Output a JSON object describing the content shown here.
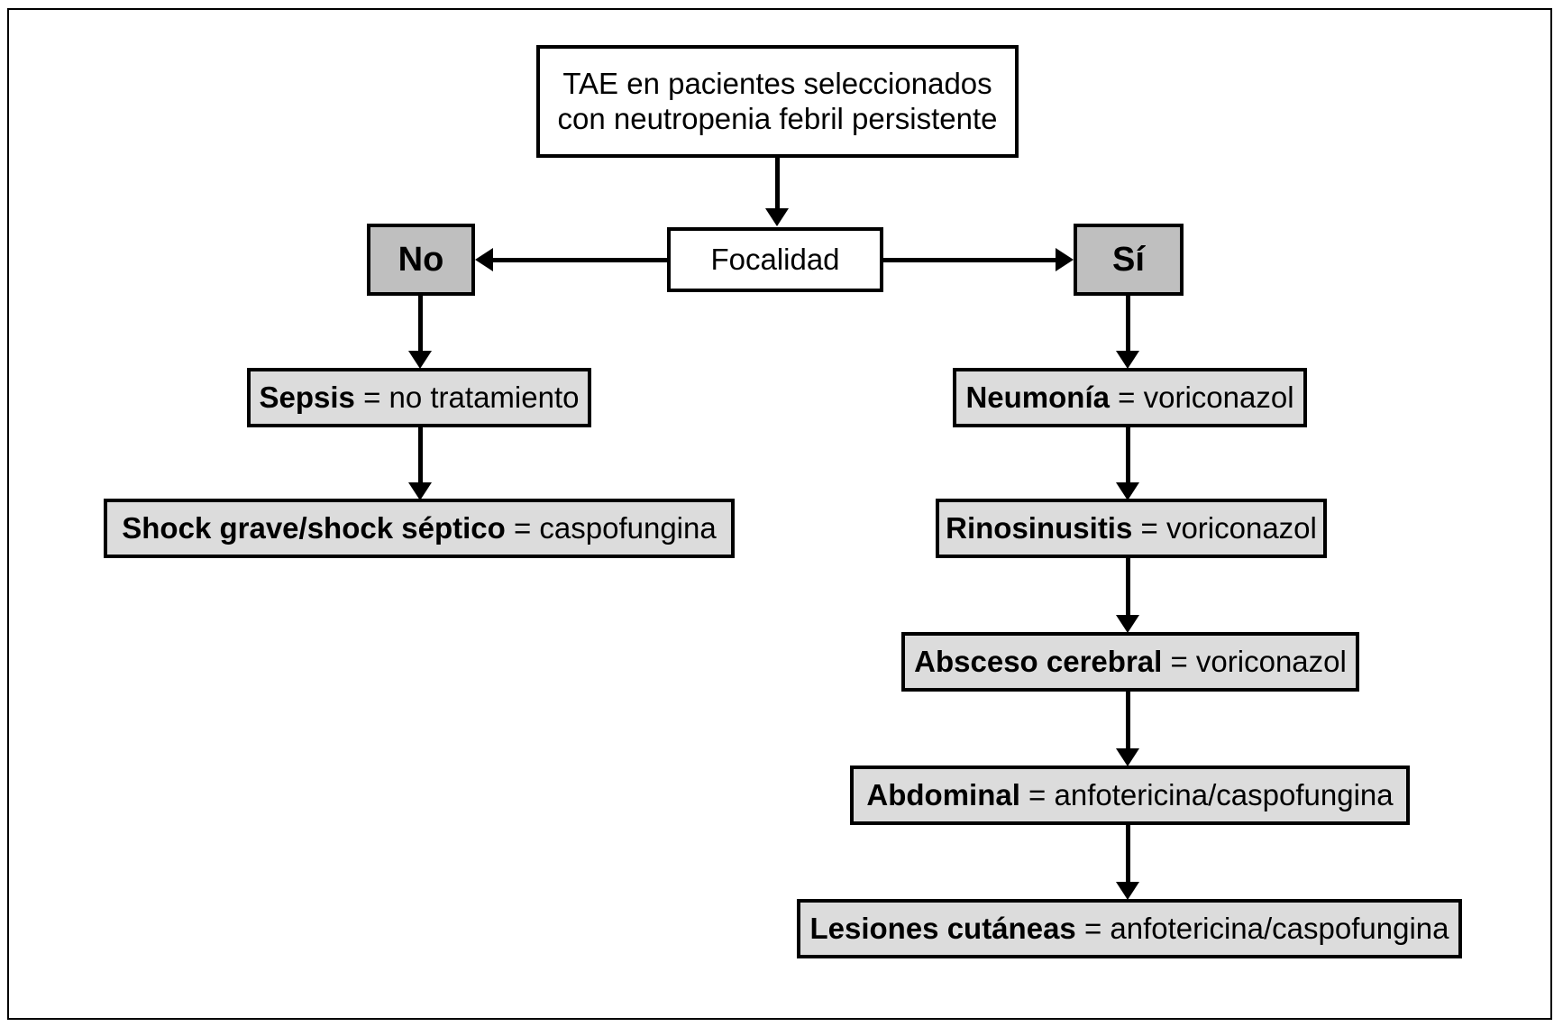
{
  "diagram": {
    "title_node": {
      "line1": "TAE en pacientes seleccionados",
      "line2": "con neutropenia febril persistente"
    },
    "decision": {
      "label": "Focalidad"
    },
    "branches": {
      "no_label": "No",
      "yes_label": "Sí"
    },
    "no_branch": [
      {
        "condition": "Sepsis",
        "separator": " = ",
        "treatment": "no tratamiento"
      },
      {
        "condition": "Shock grave/shock séptico",
        "separator": " = ",
        "treatment": "caspofungina"
      }
    ],
    "yes_branch": [
      {
        "condition": "Neumonía",
        "separator": " = ",
        "treatment": "voriconazol"
      },
      {
        "condition": "Rinosinusitis",
        "separator": " = ",
        "treatment": "voriconazol"
      },
      {
        "condition": "Absceso cerebral",
        "separator": " = ",
        "treatment": "voriconazol"
      },
      {
        "condition": "Abdominal",
        "separator": " = ",
        "treatment": "anfotericina/caspofungina"
      },
      {
        "condition": "Lesiones cutáneas",
        "separator": " = ",
        "treatment": "anfotericina/caspofungina"
      }
    ],
    "colors": {
      "border": "#000000",
      "node_white": "#ffffff",
      "node_light_gray": "#dcdcdc",
      "node_mid_gray": "#bfbfbf",
      "background": "#ffffff"
    }
  }
}
